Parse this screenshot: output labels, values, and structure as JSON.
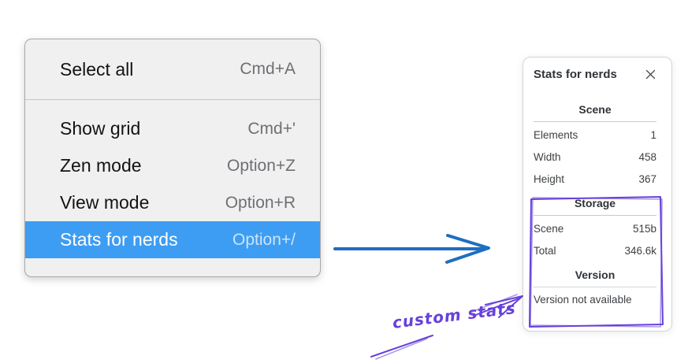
{
  "menu": {
    "items": [
      {
        "label": "Select all",
        "shortcut": "Cmd+A",
        "highlighted": false
      },
      {
        "label": "Show grid",
        "shortcut": "Cmd+'",
        "highlighted": false
      },
      {
        "label": "Zen mode",
        "shortcut": "Option+Z",
        "highlighted": false
      },
      {
        "label": "View mode",
        "shortcut": "Option+R",
        "highlighted": false
      },
      {
        "label": "Stats for nerds",
        "shortcut": "Option+/",
        "highlighted": true
      }
    ]
  },
  "panel": {
    "title": "Stats for nerds",
    "sections": [
      {
        "title": "Scene",
        "rows": [
          {
            "label": "Elements",
            "value": "1"
          },
          {
            "label": "Width",
            "value": "458"
          },
          {
            "label": "Height",
            "value": "367"
          }
        ]
      },
      {
        "title": "Storage",
        "rows": [
          {
            "label": "Scene",
            "value": "515b"
          },
          {
            "label": "Total",
            "value": "346.6k"
          }
        ]
      },
      {
        "title": "Version",
        "note": "Version not available"
      }
    ]
  },
  "annotation": {
    "label": "custom stats"
  },
  "icons": {
    "close": "x-icon"
  },
  "colors": {
    "menu-highlight": "#3d9df3",
    "menu-highlight-shortcut": "#cde4fa",
    "arrow-blue": "#1e6ec2",
    "annotation-purple": "#6741d9"
  }
}
